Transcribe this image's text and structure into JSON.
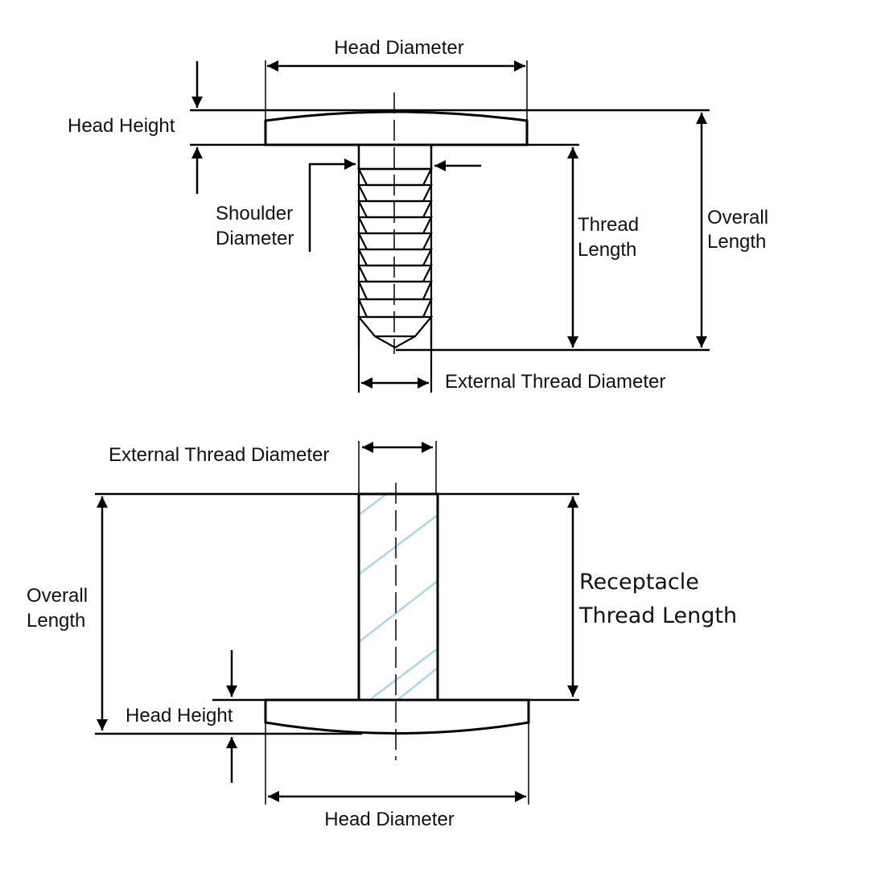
{
  "screw": {
    "head_diameter": "Head Diameter",
    "head_height": "Head Height",
    "shoulder_line1": "Shoulder",
    "shoulder_line2": "Diameter",
    "thread_line1": "Thread",
    "thread_line2": "Length",
    "overall_line1": "Overall",
    "overall_line2": "Length",
    "external_thread_diameter": "External Thread Diameter"
  },
  "receptacle": {
    "external_thread_diameter": "External Thread Diameter",
    "overall_line1": "Overall",
    "overall_line2": "Length",
    "receptacle_line1": "Receptacle",
    "receptacle_line2": "Thread Length",
    "head_height": "Head Height",
    "head_diameter": "Head Diameter"
  },
  "colors": {
    "line": "#000000",
    "hatch": "#a9d8e6"
  }
}
